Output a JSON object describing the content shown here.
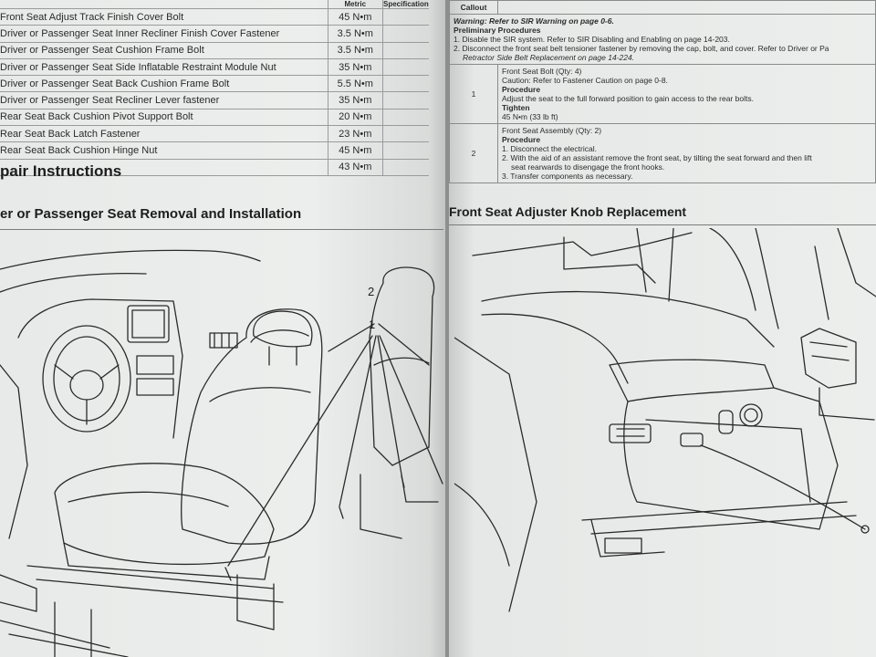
{
  "left_page": {
    "spec_header": {
      "metric": "Metric",
      "specification": "Specification"
    },
    "spec_rows": [
      {
        "name": "Front Seat Adjust Track Finish Cover Bolt",
        "value": "45 N•m"
      },
      {
        "name": "Driver or Passenger Seat Inner Recliner Finish Cover Fastener",
        "value": "3.5 N•m"
      },
      {
        "name": "Driver or Passenger Seat Cushion Frame Bolt",
        "value": "3.5 N•m"
      },
      {
        "name": "Driver or Passenger Seat Side Inflatable Restraint Module Nut",
        "value": "35 N•m"
      },
      {
        "name": "Driver or Passenger Seat Back Cushion Frame Bolt",
        "value": "5.5 N•m"
      },
      {
        "name": "Driver or Passenger Seat Recliner Lever fastener",
        "value": "35 N•m"
      },
      {
        "name": "Rear Seat Back Cushion Pivot Support Bolt",
        "value": "20 N•m"
      },
      {
        "name": "Rear Seat Back Latch Fastener",
        "value": "23 N•m"
      },
      {
        "name": "Rear Seat Back Cushion Hinge Nut",
        "value": "45 N•m"
      },
      {
        "name": "",
        "value": "43 N•m"
      }
    ],
    "repair_heading": "pair Instructions",
    "removal_heading": "er or Passenger Seat Removal and Installation",
    "callout_labels": {
      "two": "2",
      "one": "1"
    }
  },
  "right_page": {
    "callout_header": "Callout",
    "warning": "Warning: Refer to SIR Warning on page 0-6.",
    "preliminary_title": "Preliminary Procedures",
    "preliminary_steps": [
      "1.  Disable the SIR system. Refer to SIR Disabling and Enabling on page 14-203.",
      "2.  Disconnect the front seat belt tensioner fastener by removing the cap, bolt, and cover. Refer to Driver or Pa",
      "Retractor Side Belt Replacement on page 14-224."
    ],
    "row1": {
      "num": "1",
      "title": "Front Seat Bolt (Qty: 4)",
      "caution": "Caution: Refer to Fastener Caution on page 0-8.",
      "procedure_label": "Procedure",
      "procedure": "Adjust the seat to the full forward position to gain access to the rear bolts.",
      "tighten_label": "Tighten",
      "tighten": "45 N•m (33 lb ft)"
    },
    "row2": {
      "num": "2",
      "title": "Front Seat Assembly (Qty: 2)",
      "procedure_label": "Procedure",
      "steps": [
        "1.  Disconnect the electrical.",
        "2.  With the aid of an assistant remove the front seat, by tilting the seat forward and then lift",
        "seat rearwards to disengage the front hooks.",
        "3.  Transfer components as necessary."
      ]
    },
    "knob_heading": "Front Seat Adjuster Knob Replacement"
  }
}
